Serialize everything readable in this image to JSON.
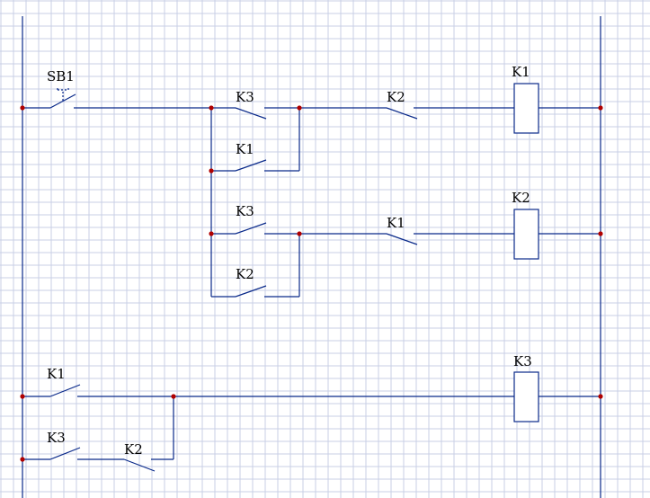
{
  "rungs": [
    {
      "contacts": [
        {
          "label": "SB1",
          "type": "pushbutton-no"
        },
        {
          "label": "K3",
          "type": "no"
        },
        {
          "label": "K1",
          "type": "no"
        },
        {
          "label": "K2",
          "type": "nc"
        }
      ],
      "coil": {
        "label": "K1"
      }
    },
    {
      "contacts": [
        {
          "label": "K3",
          "type": "no"
        },
        {
          "label": "K2",
          "type": "no"
        },
        {
          "label": "K1",
          "type": "nc"
        }
      ],
      "coil": {
        "label": "K2"
      }
    },
    {
      "contacts": [
        {
          "label": "K1",
          "type": "no"
        },
        {
          "label": "K3",
          "type": "no"
        },
        {
          "label": "K2",
          "type": "nc"
        }
      ],
      "coil": {
        "label": "K3"
      }
    }
  ],
  "colors": {
    "wire": "#0a2a8a",
    "node": "#b00000",
    "grid": "#c9cfe6",
    "background": "#ffffff"
  }
}
